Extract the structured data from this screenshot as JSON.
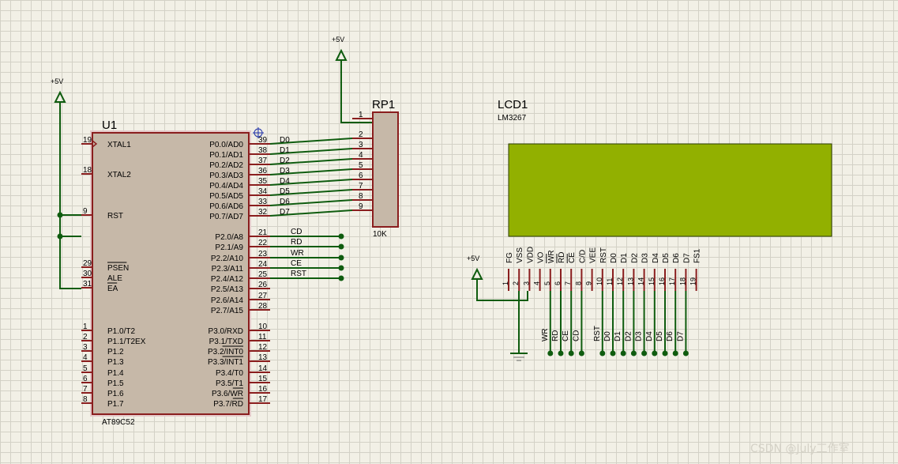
{
  "u1": {
    "ref": "U1",
    "part": "AT89C52",
    "left_pins": [
      {
        "num": "19",
        "name": "XTAL1",
        "clock": true
      },
      {
        "num": "18",
        "name": "XTAL2"
      },
      {
        "num": "9",
        "name": "RST"
      },
      {
        "num": "29",
        "name": "PSEN",
        "over": true
      },
      {
        "num": "30",
        "name": "ALE"
      },
      {
        "num": "31",
        "name": "EA",
        "over": true
      },
      {
        "num": "1",
        "name": "P1.0/T2"
      },
      {
        "num": "2",
        "name": "P1.1/T2EX"
      },
      {
        "num": "3",
        "name": "P1.2"
      },
      {
        "num": "4",
        "name": "P1.3"
      },
      {
        "num": "5",
        "name": "P1.4"
      },
      {
        "num": "6",
        "name": "P1.5"
      },
      {
        "num": "7",
        "name": "P1.6"
      },
      {
        "num": "8",
        "name": "P1.7"
      }
    ],
    "right_pins": [
      {
        "num": "39",
        "name": "P0.0/AD0"
      },
      {
        "num": "38",
        "name": "P0.1/AD1"
      },
      {
        "num": "37",
        "name": "P0.2/AD2"
      },
      {
        "num": "36",
        "name": "P0.3/AD3"
      },
      {
        "num": "35",
        "name": "P0.4/AD4"
      },
      {
        "num": "34",
        "name": "P0.5/AD5"
      },
      {
        "num": "33",
        "name": "P0.6/AD6"
      },
      {
        "num": "32",
        "name": "P0.7/AD7"
      },
      {
        "num": "21",
        "name": "P2.0/A8"
      },
      {
        "num": "22",
        "name": "P2.1/A9"
      },
      {
        "num": "23",
        "name": "P2.2/A10"
      },
      {
        "num": "24",
        "name": "P2.3/A11"
      },
      {
        "num": "25",
        "name": "P2.4/A12"
      },
      {
        "num": "26",
        "name": "P2.5/A13"
      },
      {
        "num": "27",
        "name": "P2.6/A14"
      },
      {
        "num": "28",
        "name": "P2.7/A15"
      },
      {
        "num": "10",
        "name": "P3.0/RXD"
      },
      {
        "num": "11",
        "name": "P3.1/TXD"
      },
      {
        "num": "12",
        "name": "P3.2/",
        "over_suffix": "INT0"
      },
      {
        "num": "13",
        "name": "P3.3/",
        "over_suffix": "INT1"
      },
      {
        "num": "14",
        "name": "P3.4/T0"
      },
      {
        "num": "15",
        "name": "P3.5/T1"
      },
      {
        "num": "16",
        "name": "P3.6/",
        "over_suffix": "WR"
      },
      {
        "num": "17",
        "name": "P3.7/",
        "over_suffix": "RD"
      }
    ]
  },
  "rp1": {
    "ref": "RP1",
    "value": "10K",
    "pins": [
      "1",
      "2",
      "3",
      "4",
      "5",
      "6",
      "7",
      "8",
      "9"
    ]
  },
  "data_bus_labels": [
    "D0",
    "D1",
    "D2",
    "D3",
    "D4",
    "D5",
    "D6",
    "D7"
  ],
  "control_labels": [
    "CD",
    "RD",
    "WR",
    "CE",
    "RST"
  ],
  "power_label": "+5V",
  "lcd": {
    "ref": "LCD1",
    "part": "LM3267",
    "screen_color": "#92b000",
    "pin_names": [
      "FG",
      "VSS",
      "VDD",
      "VO",
      "WR",
      "RD",
      "CE",
      "C/D",
      "VEE",
      "RST",
      "D0",
      "D1",
      "D2",
      "D3",
      "D4",
      "D5",
      "D6",
      "D7",
      "FS1"
    ],
    "pin_nums": [
      "1",
      "2",
      "3",
      "4",
      "5",
      "6",
      "7",
      "8",
      "9",
      "10",
      "11",
      "12",
      "13",
      "14",
      "15",
      "16",
      "17",
      "18",
      "19"
    ],
    "net_labels": [
      "WR",
      "RD",
      "CE",
      "CD",
      "RST",
      "D0",
      "D1",
      "D2",
      "D3",
      "D4",
      "D5",
      "D6",
      "D7"
    ]
  },
  "colors": {
    "wire": "#0f5c0f",
    "component_outline": "#8a1e1e",
    "component_fill": "#c6b8a8",
    "sheet": "#f2f0e6",
    "grid": "#d3d1c6"
  },
  "watermark": "CSDN @July工作室"
}
